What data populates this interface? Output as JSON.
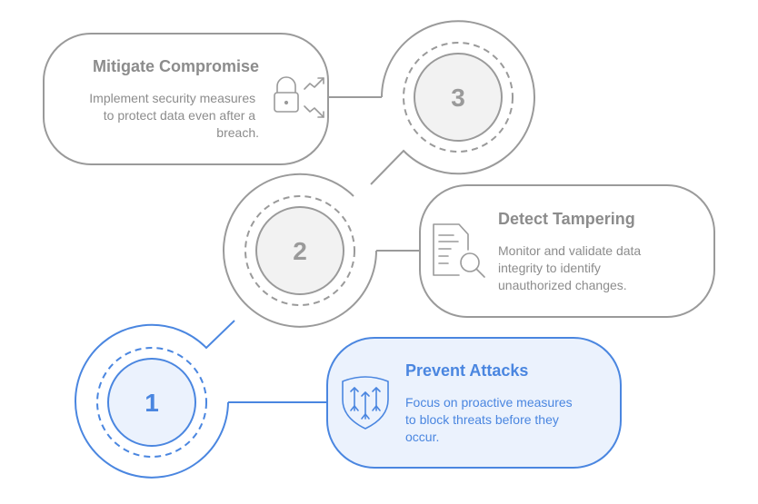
{
  "colors": {
    "inactive_stroke": "#9a9a9a",
    "inactive_fill": "#f2f2f2",
    "inactive_text": "#8c8c8c",
    "active_stroke": "#4a86e0",
    "active_fill": "#ebf2fd",
    "active_text": "#4a86e0"
  },
  "steps": [
    {
      "number": "1",
      "title": "Prevent Attacks",
      "description_lines": [
        "Focus on proactive measures",
        "to block threats before they",
        "occur."
      ],
      "icon": "shield-arrows-icon",
      "active": true
    },
    {
      "number": "2",
      "title": "Detect Tampering",
      "description_lines": [
        "Monitor and validate data",
        "integrity to identify",
        "unauthorized changes."
      ],
      "icon": "document-search-icon",
      "active": false
    },
    {
      "number": "3",
      "title": "Mitigate Compromise",
      "description_lines": [
        "Implement security measures",
        "to protect data even after a",
        "breach."
      ],
      "icon": "lock-trend-icon",
      "active": false
    }
  ]
}
